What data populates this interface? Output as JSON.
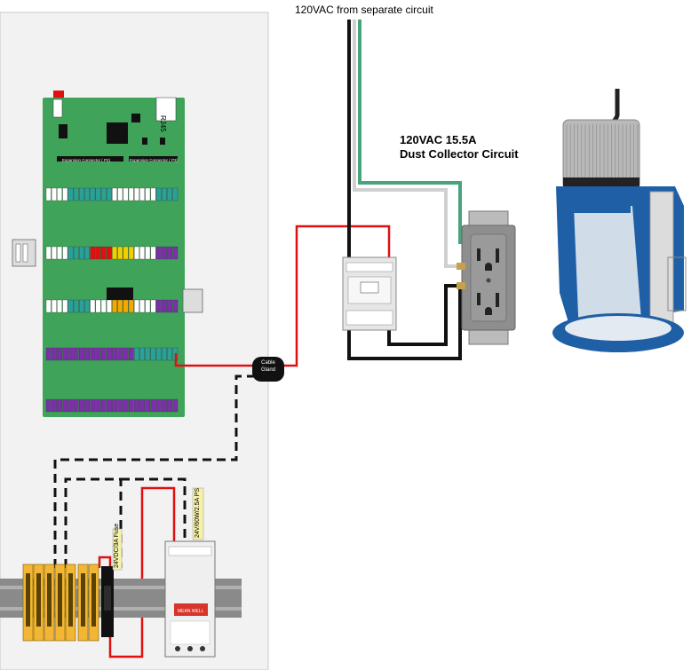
{
  "supply_label": "120VAC from separate circuit",
  "circuit_title_line1": "120VAC 15.5A",
  "circuit_title_line2": "Dust Collector Circuit",
  "cable_gland": {
    "line1": "Cable",
    "line2": "Gland"
  },
  "board": {
    "rj45_label": "RJ45",
    "connector_p2": "Expansion Connector ( P2)",
    "connector_p3": "Expansion Connector ( P3)"
  },
  "fuse_label": "24VDC/3A Fuse",
  "psu_label": "24V/60W/2.5A PS",
  "psu_brand": "MEAN WELL",
  "colors": {
    "red_wire": "#e01010",
    "black_wire": "#111111",
    "white_wire": "#d0d0d0",
    "green_wire": "#4aa37a",
    "board_green": "#3fa35a",
    "enclosure": "#f2f2f2",
    "terminal_orange": "#f2b634",
    "din_rail": "#8a8a8a",
    "collector_blue": "#1f5fa5"
  },
  "icons": [
    "relay-icon",
    "receptacle-icon",
    "dust-collector-icon",
    "power-supply-icon",
    "fuse-holder-icon",
    "terminal-block-icon",
    "din-rail-icon",
    "cable-gland-icon",
    "controller-board-icon"
  ]
}
